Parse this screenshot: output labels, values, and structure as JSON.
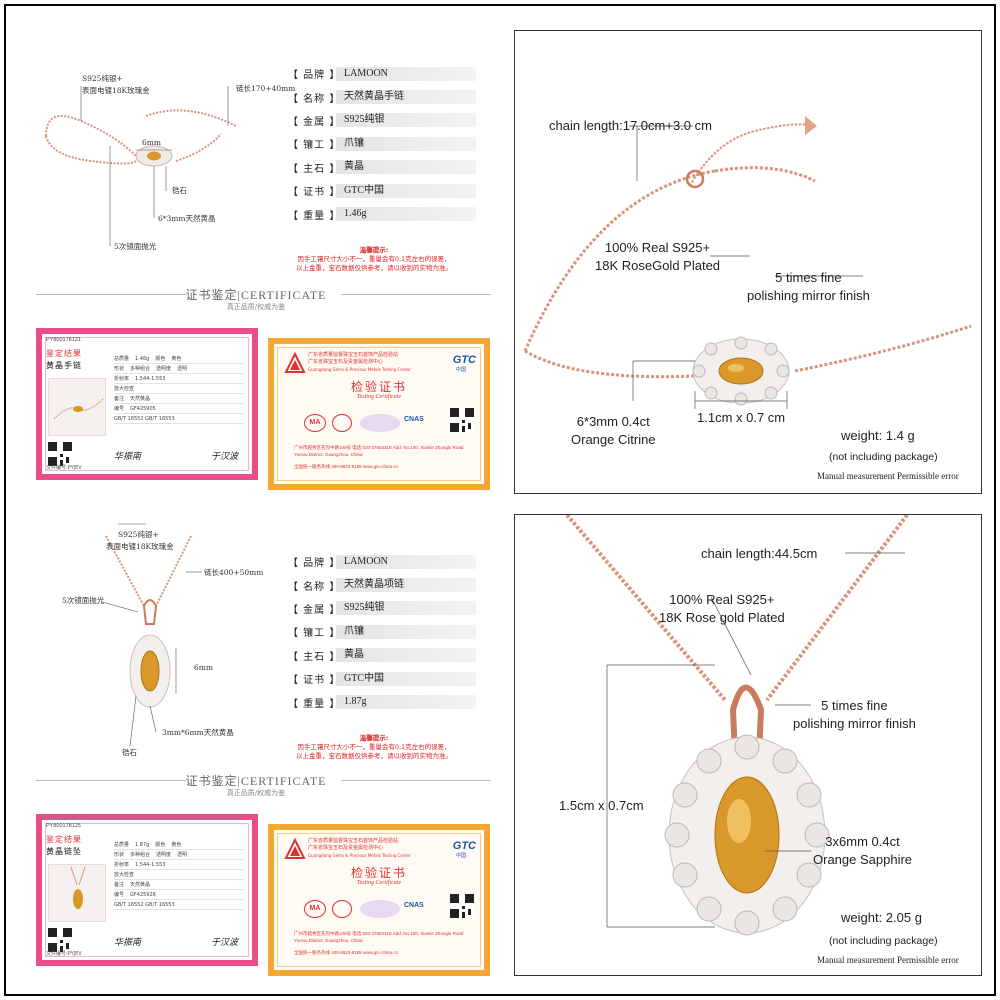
{
  "bracelet": {
    "annotations": {
      "silver": "S925纯银+",
      "plating": "表面电镀18K玫瑰金",
      "chain": "链长170+40mm",
      "width": "6mm",
      "zircon": "锆石",
      "citrine": "6*3mm天然黄晶",
      "polish": "5次镜面抛光"
    },
    "specs": [
      {
        "key": "【 品牌 】",
        "value": "LAMOON"
      },
      {
        "key": "【 名称 】",
        "value": "天然黄晶手链"
      },
      {
        "key": "【 金属 】",
        "value": "S925纯银"
      },
      {
        "key": "【 镶工 】",
        "value": "爪镶"
      },
      {
        "key": "【 主石 】",
        "value": "黄晶"
      },
      {
        "key": "【 证书 】",
        "value": "GTC中国"
      },
      {
        "key": "【 重量 】",
        "value": "1.46g"
      }
    ],
    "cert_card": {
      "serial": "PY800178121",
      "title": "鉴定结果",
      "name": "黄晶手链",
      "file_no": "文件编号:PYJEV",
      "sign1": "华振南",
      "sign2": "于汉波",
      "fields": [
        [
          "总质量",
          "1.46g",
          "颜色",
          "黄色"
        ],
        [
          "形状",
          "多种组合",
          "透明度",
          "透明"
        ],
        [
          "折射率",
          "1.544-1.553",
          "",
          ""
        ],
        [
          "放大检查",
          "",
          "",
          ""
        ],
        [
          "备注",
          "天然黄晶",
          "",
          ""
        ],
        [
          "编号",
          "GF425905",
          "",
          ""
        ]
      ],
      "codes": "GB/T 16552  GB/T 16553"
    },
    "photo": {
      "chain_length": "chain length:17.0cm+3.0 cm",
      "material_1": "100% Real S925+",
      "material_2": "18K RoseGold Plated",
      "polish_1": "5 times fine",
      "polish_2": "polishing mirror finish",
      "stone_1": "6*3mm 0.4ct",
      "stone_2": "Orange Citrine",
      "size": "1.1cm x 0.7 cm",
      "weight": "weight:  1.4  g",
      "package": "(not including package)",
      "error": "Manual measurement Permissible error"
    }
  },
  "necklace": {
    "annotations": {
      "silver": "S925纯银+",
      "plating": "表面电镀18K玫瑰金",
      "chain": "链长400+50mm",
      "polish": "5次镜面抛光",
      "height": "6mm",
      "citrine": "3mm*6mm天然黄晶",
      "zircon": "锆石"
    },
    "specs": [
      {
        "key": "【 品牌 】",
        "value": "LAMOON"
      },
      {
        "key": "【 名称 】",
        "value": "天然黄晶项链"
      },
      {
        "key": "【 金属 】",
        "value": "S925纯银"
      },
      {
        "key": "【 镶工 】",
        "value": "爪镶"
      },
      {
        "key": "【 主石 】",
        "value": "黄晶"
      },
      {
        "key": "【 证书 】",
        "value": "GTC中国"
      },
      {
        "key": "【 重量 】",
        "value": "1.87g"
      }
    ],
    "cert_card": {
      "serial": "PY800178125",
      "title": "鉴定结果",
      "name": "黄晶链坠",
      "file_no": "文件编号:PYJEV",
      "sign1": "华振南",
      "sign2": "于汉波",
      "fields": [
        [
          "总质量",
          "1.87g",
          "颜色",
          "黄色"
        ],
        [
          "形状",
          "多种组合",
          "透明度",
          "透明"
        ],
        [
          "折射率",
          "1.544-1.553",
          "",
          ""
        ],
        [
          "放大检查",
          "",
          "",
          ""
        ],
        [
          "备注",
          "天然黄晶",
          "",
          ""
        ],
        [
          "编号",
          "GF425926",
          "",
          ""
        ]
      ],
      "codes": "GB/T 16552  GB/T 16553"
    },
    "photo": {
      "chain_length": "chain length:44.5cm",
      "material_1": "100% Real S925+",
      "material_2": "18K Rose gold Plated",
      "polish_1": "5 times fine",
      "polish_2": "polishing mirror finish",
      "size": "1.5cm x 0.7cm",
      "stone_1": "3x6mm 0.4ct",
      "stone_2": "Orange Sapphire",
      "weight": "weight: 2.05 g",
      "package": "(not including package)",
      "error": "Manual measurement Permissible error"
    }
  },
  "tips": {
    "title": "温馨提示:",
    "line1": "因手工镶尺寸大小不一，重量会有0.1克左右的误差，",
    "line2": "以上金重，宝石数据仅供参考，请以收到的实物为准。"
  },
  "certificate": {
    "title": "证书鉴定|CERTIFICATE",
    "subtitle": "真正品质/权威为鉴"
  },
  "gtc_card": {
    "header_1": "广东省质量监督珠宝玉石首饰产品检验站",
    "header_2": "广东省珠宝玉石及贵金属检测中心",
    "header_3": "Guangdong Gems & Precious Metals Testing Center",
    "logo": "GTC",
    "logo_cn": "中国",
    "title": "检验证书",
    "title_en": "Testing Certificate",
    "badges": [
      "MA",
      "CNAS"
    ],
    "address": "广州市越秀区先烈中路100号 电话:020-37653318 Add: No.100, Xianlie Zhonglu Road Yuexiu District, Guangzhou, China",
    "website": "全国统一服务热线 400-8823-8188 www.gtc-china.cn"
  },
  "colors": {
    "pink": "#e84f89",
    "orange": "#f4a833",
    "red_text": "#dd2222",
    "rose_gold": "#d98a6c",
    "citrine": "#d98a1f"
  }
}
